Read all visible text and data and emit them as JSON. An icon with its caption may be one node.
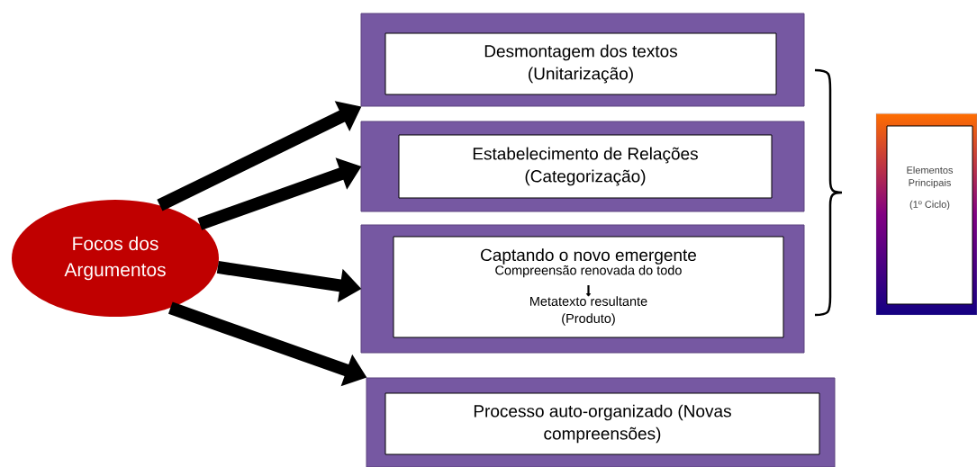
{
  "diagram": {
    "nodes": [
      {
        "text": [
          "Focos dos Argumentos"
        ]
      },
      {
        "text": [],
        "shape": "box"
      },
      {
        "text": [
          "Desmontagem dos textos (Unitarização)"
        ],
        "in": 1
      },
      {
        "text": [],
        "shape": "box"
      },
      {
        "text": [
          "Estabelecimento de Relações (Categorização)"
        ],
        "in": 3
      },
      {
        "text": [],
        "shape": "box"
      },
      {
        "text": [
          "Captando o novo emergente",
          "Compreensão renovada do todo",
          "Metatexto resultante (Produto)"
        ],
        "in": 5
      },
      {
        "text": [],
        "shape": "box"
      },
      {
        "text": [
          "Processo auto-organizado (Novas compreensões)"
        ],
        "in": 7
      },
      {
        "text": [],
        "shape": "box"
      },
      {
        "text": [
          "Elementos Principais",
          "(1º Ciclo)"
        ],
        "in": 9
      }
    ],
    "edges": [
      {
        "from": 0,
        "to": 1,
        "arrow": "to"
      },
      {
        "from": 0,
        "to": 3,
        "arrow": "to"
      },
      {
        "from": 0,
        "to": 5,
        "arrow": "to"
      },
      {
        "from": 0,
        "to": 7,
        "arrow": "to"
      }
    ]
  }
}
